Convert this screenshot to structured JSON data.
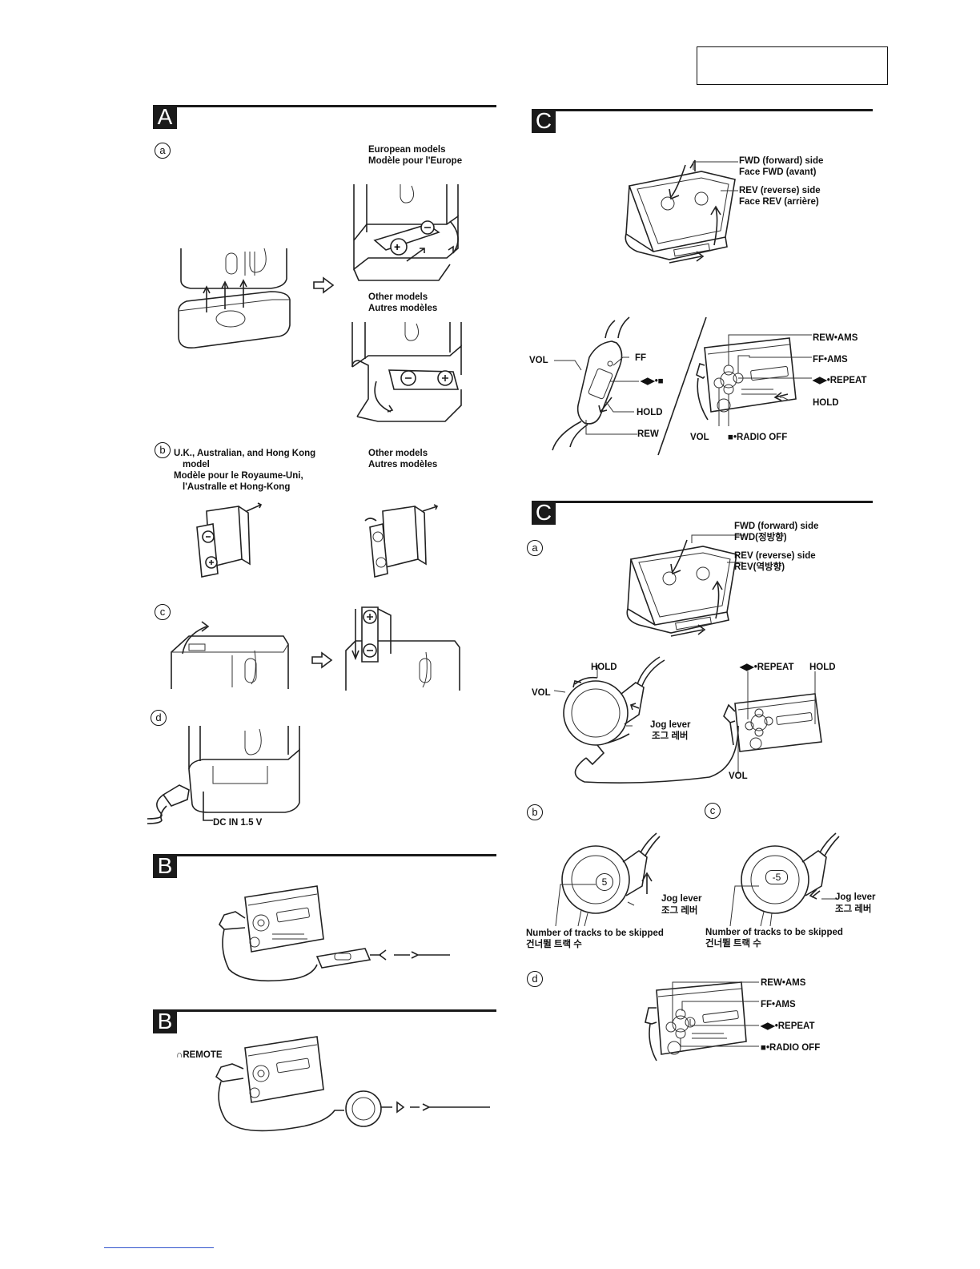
{
  "sections": {
    "A": {
      "letter": "A"
    },
    "B1": {
      "letter": "B"
    },
    "B2": {
      "letter": "B"
    },
    "C1": {
      "letter": "C"
    },
    "C2": {
      "letter": "C"
    }
  },
  "a_labels": {
    "step_a": "a",
    "european_1": "European models",
    "european_2": "Modèle pour l'Europe",
    "other_1_en": "Other models",
    "other_1_fr": "Autres modèles",
    "step_b": "b",
    "uk_1": "U.K., Australian, and  Hong Kong",
    "uk_2": "model",
    "uk_3": "Modèle pour le Royaume-Uni,",
    "uk_4": "l'Australle et Hong-Kong",
    "other_2_en": "Other models",
    "other_2_fr": "Autres modèles",
    "step_c": "c",
    "step_d": "d",
    "dc_in": "DC IN 1.5 V"
  },
  "b_labels": {
    "remote": "REMOTE"
  },
  "c1_labels": {
    "fwd_1": "FWD (forward) side",
    "fwd_2": "Face FWD (avant)",
    "rev_1": "REV (reverse) side",
    "rev_2": "Face REV (arrière)",
    "vol_left": "VOL",
    "ff": "FF",
    "play_stop": "◀▶•■",
    "hold_left": "HOLD",
    "rew": "REW",
    "rew_ams": "REW•AMS",
    "ff_ams": "FF•AMS",
    "repeat": "◀▶•REPEAT",
    "hold_right": "HOLD",
    "vol_right": "VOL",
    "radio_off": "■•RADIO OFF"
  },
  "c2_labels": {
    "step_a": "a",
    "fwd_1": "FWD (forward) side",
    "fwd_2": "FWD(정방향)",
    "rev_1": "REV (reverse) side",
    "rev_2": "REV(역방향)",
    "hold_remote": "HOLD",
    "vol_remote": "VOL",
    "jog_1": "Jog lever",
    "jog_2": "조그 레버",
    "repeat_top": "◀▶•REPEAT",
    "hold_top": "HOLD",
    "vol_bottom": "VOL",
    "step_b": "b",
    "step_c": "c",
    "jog_b_1": "Jog lever",
    "jog_b_2": "조그 레버",
    "tracks_b_1": "Number of tracks to be skipped",
    "tracks_b_2": "건너뛸 트랙 수",
    "jog_c_1": "Jog lever",
    "jog_c_2": "조그 레버",
    "tracks_c_1": "Number of tracks to be skipped",
    "tracks_c_2": "건너뛸 트랙 수",
    "dial_b": "5",
    "dial_c": "-5",
    "step_d": "d",
    "rew_ams": "REW•AMS",
    "ff_ams": "FF•AMS",
    "repeat": "◀▶•REPEAT",
    "radio_off": "■•RADIO OFF"
  },
  "colors": {
    "ink": "#1a1a1a",
    "paper": "#ffffff",
    "link_line": "#3355cc"
  }
}
